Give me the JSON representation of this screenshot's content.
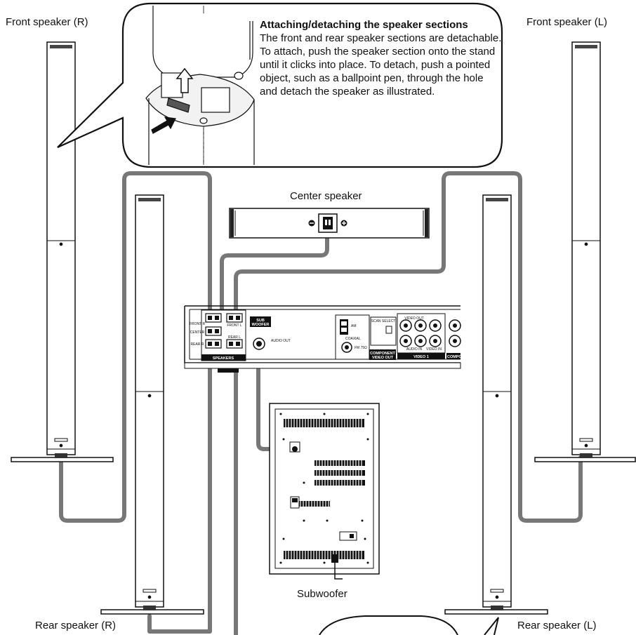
{
  "labels": {
    "front_r": "Front speaker (R)",
    "front_l": "Front speaker (L)",
    "rear_r": "Rear speaker (R)",
    "rear_l": "Rear speaker (L)",
    "center": "Center speaker",
    "subwoofer": "Subwoofer"
  },
  "callout": {
    "title": "Attaching/detaching the speaker sections",
    "body": "The front and rear speaker sections are detachable. To attach, push the speaker section onto the stand until it clicks into place. To detach, push a pointed object, such as a ballpoint pen, through the hole and detach the speaker as illustrated."
  },
  "receiver_panel": {
    "speakers": "SPEAKERS",
    "sub_woofer": "SUB WOOFER",
    "audio_out": "AUDIO OUT",
    "front_r": "FRONT R",
    "front_l": "FRONT L",
    "center": "CENTER",
    "rear_r": "REAR R",
    "rear_l": "REAR L",
    "am": "AM",
    "coaxial": "COAXIAL",
    "fm": "FM 75Ω",
    "component_video_out": "COMPONENT VIDEO OUT",
    "scan_select": "SCAN SELECT",
    "video1": "VIDEO 1",
    "compo": "COMPO",
    "video_out": "VIDEO OUT",
    "audio_in": "AUDIO IN",
    "video_in": "VIDEO IN"
  },
  "colors": {
    "line": "#111111",
    "cable": "#777777",
    "stand": "#ffffff",
    "panel_dark": "#111111"
  }
}
